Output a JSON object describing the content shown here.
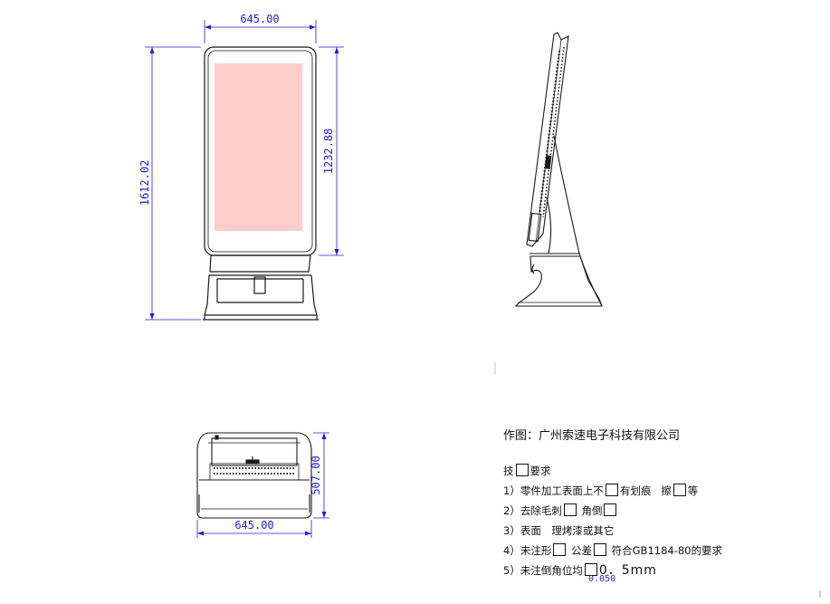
{
  "dimensions": {
    "front_width": "645.00",
    "front_height": "1612.02",
    "screen_height": "1232.88",
    "base_width": "645.00",
    "base_depth": "507.00"
  },
  "notes": {
    "maker": "作图：广州索速电子科技有限公司",
    "req_title_a": "技",
    "req_title_b": "要求",
    "line1_a": "1）零件加工表面上不",
    "line1_b": "有划痕",
    "line1_c": "擦",
    "line1_d": "等",
    "line2_a": "2）去除毛刺",
    "line2_b": "角倒",
    "line3": "3）表面　理烤漆或其它",
    "line4_a": "4）未注形",
    "line4_b": "公差",
    "line4_c": "符合GB1184-80的要求",
    "line5_a": "5）未注倒角位均",
    "line5_b": "0．5mm",
    "overlay": "0.050"
  },
  "colors": {
    "line": "#1a1a1a",
    "dimension": "#1f1fd0",
    "screen": "#ffcccc"
  }
}
